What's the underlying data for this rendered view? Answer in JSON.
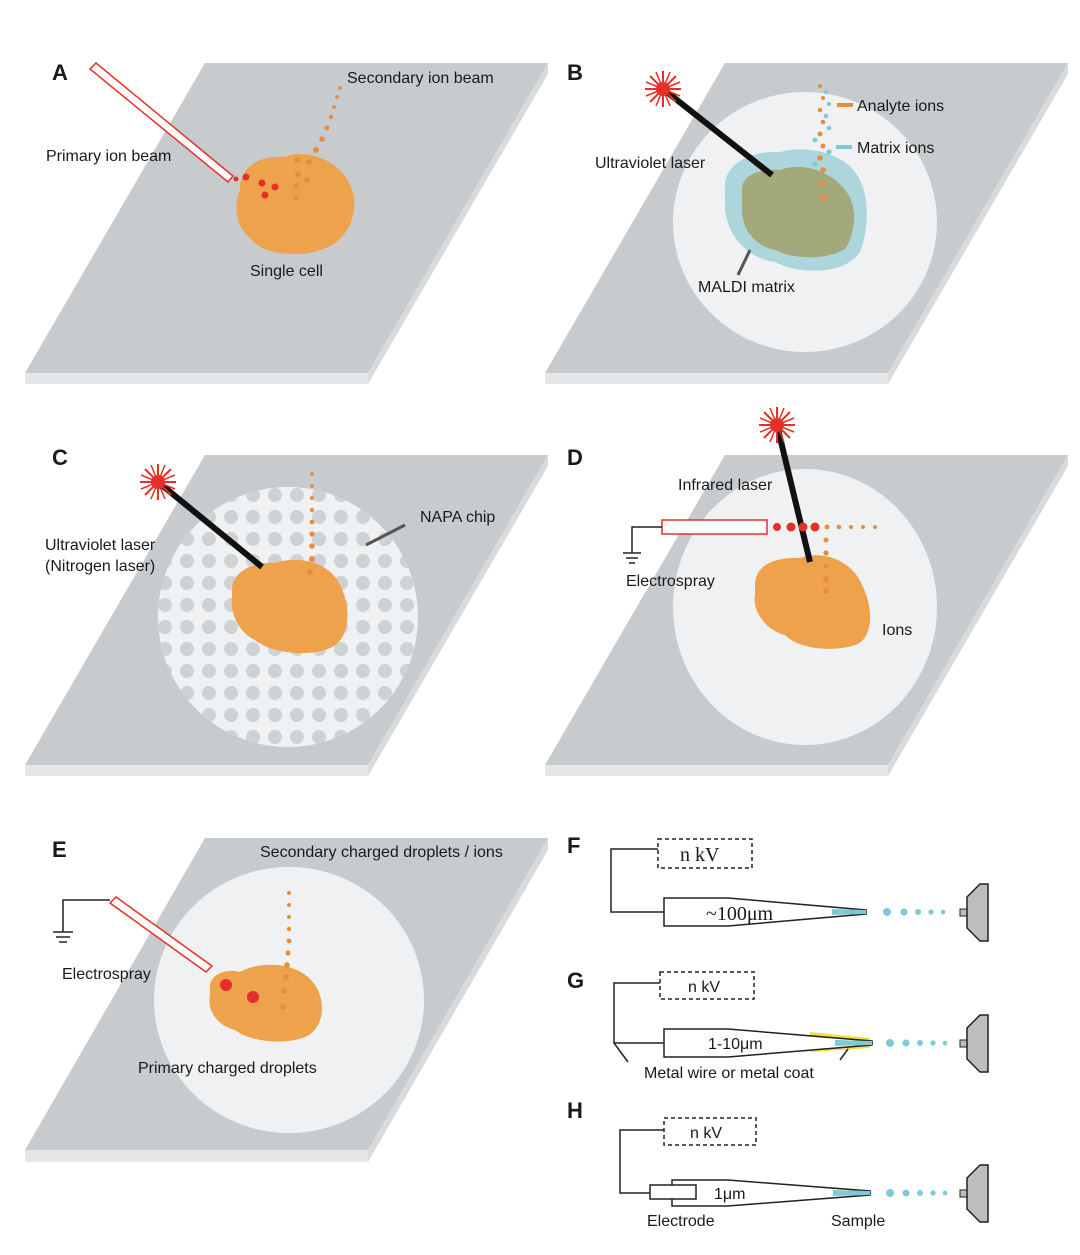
{
  "panels": {
    "A": {
      "letter": "A",
      "primary": "Primary ion beam",
      "secondary": "Secondary ion beam",
      "cell": "Single cell"
    },
    "B": {
      "letter": "B",
      "laser": "Ultraviolet laser",
      "analyte": "Analyte ions",
      "matrix_ions": "Matrix ions",
      "maldi": "MALDI matrix"
    },
    "C": {
      "letter": "C",
      "laser_line1": "Ultraviolet laser",
      "laser_line2": "(Nitrogen laser)",
      "chip": "NAPA chip"
    },
    "D": {
      "letter": "D",
      "laser": "Infrared laser",
      "spray": "Electrospray",
      "ions": "Ions"
    },
    "E": {
      "letter": "E",
      "secondary": "Secondary charged droplets / ions",
      "spray": "Electrospray",
      "primary": "Primary charged droplets"
    },
    "F": {
      "letter": "F",
      "voltage": "n kV",
      "size": "~100μm"
    },
    "G": {
      "letter": "G",
      "voltage": "n kV",
      "size": "1-10μm",
      "wire": "Metal wire or metal coat"
    },
    "H": {
      "letter": "H",
      "voltage": "n kV",
      "size": "1μm",
      "electrode": "Electrode",
      "sample": "Sample"
    }
  },
  "colors": {
    "slab_top": "#c8cbcd",
    "slab_edge": "#e4e6e7",
    "cell": "#eda24b",
    "dots": "#e58f3e",
    "red": "#e5302a",
    "teal": "#7dcad5",
    "matrix_fill": "#acd6dc",
    "maldi_cell": "#a4a97c",
    "ellipse": "#f0f1f2",
    "yellow": "#f2e13a"
  }
}
